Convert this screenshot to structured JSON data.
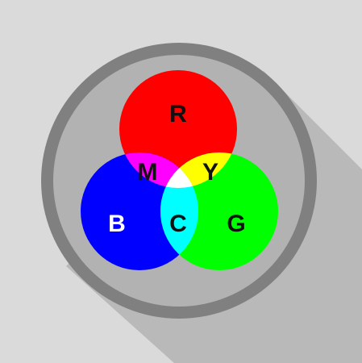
{
  "icon": {
    "name": "rgb-additive-color-mixing",
    "labels": {
      "red": "R",
      "green": "G",
      "blue": "B",
      "magenta": "M",
      "yellow": "Y",
      "cyan": "C"
    },
    "colors": {
      "background": "#dadada",
      "shadow": "#b9b9b9",
      "ring": "#808080",
      "inner": "#b2b2b2",
      "red": "#ff0000",
      "green": "#00ff00",
      "blue": "#0000ff",
      "magenta": "#ff00ff",
      "yellow": "#ffff00",
      "cyan": "#00ffff",
      "white": "#ffffff",
      "dark_text": "#111111",
      "light_text": "#ffffff"
    }
  }
}
